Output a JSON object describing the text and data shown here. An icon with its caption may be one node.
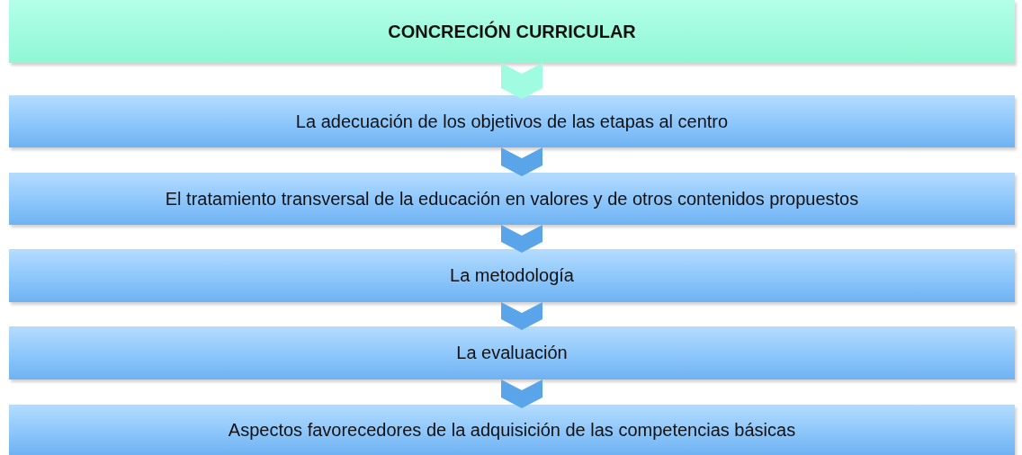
{
  "diagram": {
    "nodes": [
      {
        "text": [
          "CONCRECIÓN CURRICULAR"
        ]
      },
      {
        "text": [
          "La adecuación de los objetivos de las etapas al centro"
        ]
      },
      {
        "text": [
          "El tratamiento transversal de la educación en valores y de otros contenidos propuestos"
        ]
      },
      {
        "text": [
          "La metodología"
        ]
      },
      {
        "text": [
          "La evaluación"
        ]
      },
      {
        "text": [
          "Aspectos favorecedores de la adquisición de las competencias básicas"
        ]
      }
    ],
    "edges": [
      {
        "from": 0,
        "to": 1,
        "arrow": "to",
        "color": "#9ffce0"
      },
      {
        "from": 1,
        "to": 2,
        "arrow": "to"
      },
      {
        "from": 2,
        "to": 3,
        "arrow": "to"
      },
      {
        "from": 3,
        "to": 4,
        "arrow": "to"
      },
      {
        "from": 4,
        "to": 5,
        "arrow": "to"
      }
    ]
  }
}
